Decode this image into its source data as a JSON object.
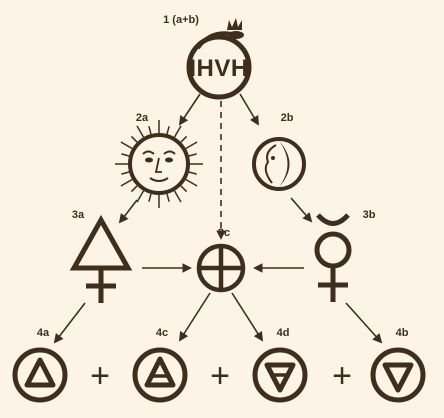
{
  "colors": {
    "ink": "#3f2e1c",
    "background": "#fbf4e7"
  },
  "nodes": {
    "n1": {
      "label": "1 (a+b)",
      "text": "IHVH"
    },
    "n2a": {
      "label": "2a",
      "symbol": "sun-face-icon"
    },
    "n2b": {
      "label": "2b",
      "symbol": "moon-face-icon"
    },
    "n3a": {
      "label": "3a",
      "symbol": "sulfur-icon"
    },
    "n3b": {
      "label": "3b",
      "symbol": "mercury-icon"
    },
    "n3c": {
      "label": "3c",
      "symbol": "salt-icon"
    },
    "n4a": {
      "label": "4a",
      "symbol": "fire-icon"
    },
    "n4c": {
      "label": "4c",
      "symbol": "air-icon"
    },
    "n4d": {
      "label": "4d",
      "symbol": "earth-icon"
    },
    "n4b": {
      "label": "4b",
      "symbol": "water-icon"
    }
  },
  "operators": {
    "plus": "+"
  }
}
